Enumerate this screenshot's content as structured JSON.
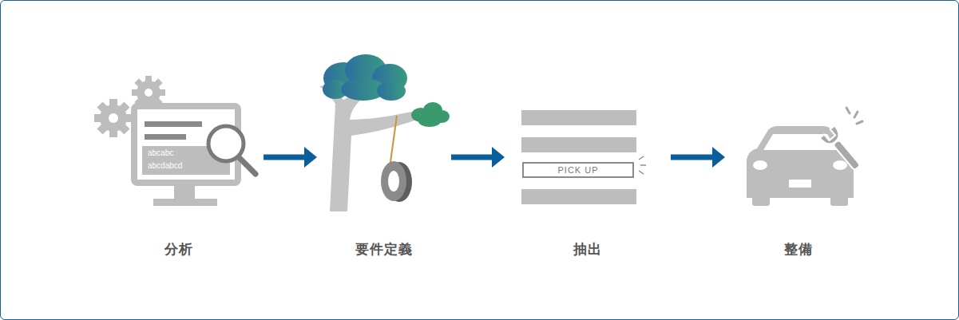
{
  "diagram": {
    "nodes": [
      {
        "text": [
          "分析"
        ]
      },
      {
        "text": [
          "要件定義"
        ]
      },
      {
        "text": [
          "抽出"
        ]
      },
      {
        "text": [
          "整備"
        ]
      }
    ],
    "edges": [
      {
        "from": 0,
        "to": 1,
        "arrow": "to"
      },
      {
        "from": 1,
        "to": 2,
        "arrow": "to"
      },
      {
        "from": 2,
        "to": 3,
        "arrow": "to"
      }
    ],
    "labels": [
      "abcabc",
      "abcdabcd",
      "PICK UP"
    ]
  }
}
